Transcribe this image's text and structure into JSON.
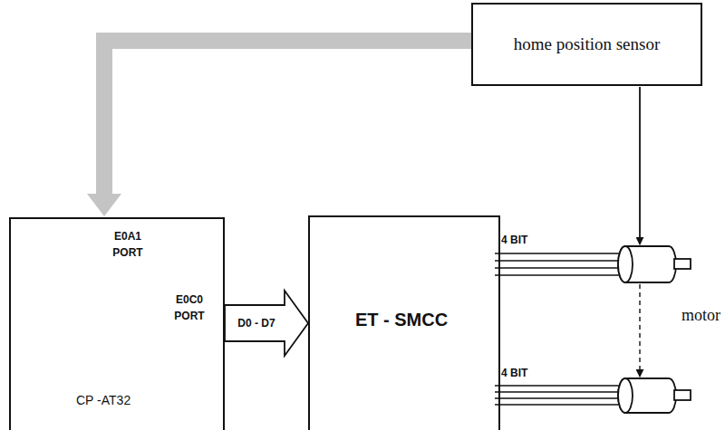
{
  "diagram": {
    "nodes": [
      {
        "text": [
          "home position sensor"
        ]
      },
      {
        "text": [
          "E0A1 PORT",
          "E0C0 PORT",
          "CP -AT32"
        ]
      },
      {
        "text": [
          "ET - SMCC"
        ]
      }
    ],
    "edges": [
      {
        "from": 0,
        "to": 1,
        "arrow": "to"
      },
      {
        "from": 1,
        "to": 2,
        "label": "D0 - D7",
        "arrow": "to"
      }
    ],
    "labels": [
      "4 BIT",
      "4 BIT",
      "motor"
    ]
  }
}
